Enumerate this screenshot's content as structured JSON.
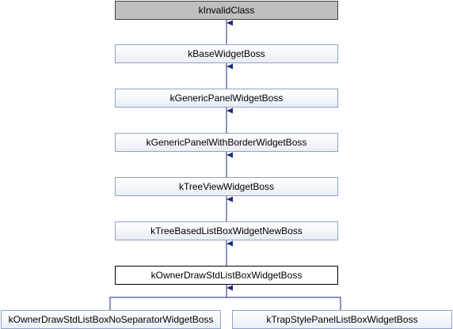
{
  "diagram": {
    "nodes": {
      "kinvalidclass": "kInvalidClass",
      "kbasewidgetboss": "kBaseWidgetBoss",
      "kgenericpanelwidgetboss": "kGenericPanelWidgetBoss",
      "kgenericpanelwithborderwidgetboss": "kGenericPanelWithBorderWidgetBoss",
      "ktreeviewwidgetboss": "kTreeViewWidgetBoss",
      "ktreebasedlistboxwidgetnewboss": "kTreeBasedListBoxWidgetNewBoss",
      "kownerdrawstdlistboxwidgetboss": "kOwnerDrawStdListBoxWidgetBoss",
      "kownerdrawstdlistboxnoseparatorwidgetboss": "kOwnerDrawStdListBoxNoSeparatorWidgetBoss",
      "ktrapstylepanellistboxwidgetboss": "kTrapStylePanelListBoxWidgetBoss"
    },
    "colors": {
      "edge": "#1b2b7a",
      "root_fill": "#bfbfbf",
      "node_border": "#8fa2c4"
    }
  }
}
